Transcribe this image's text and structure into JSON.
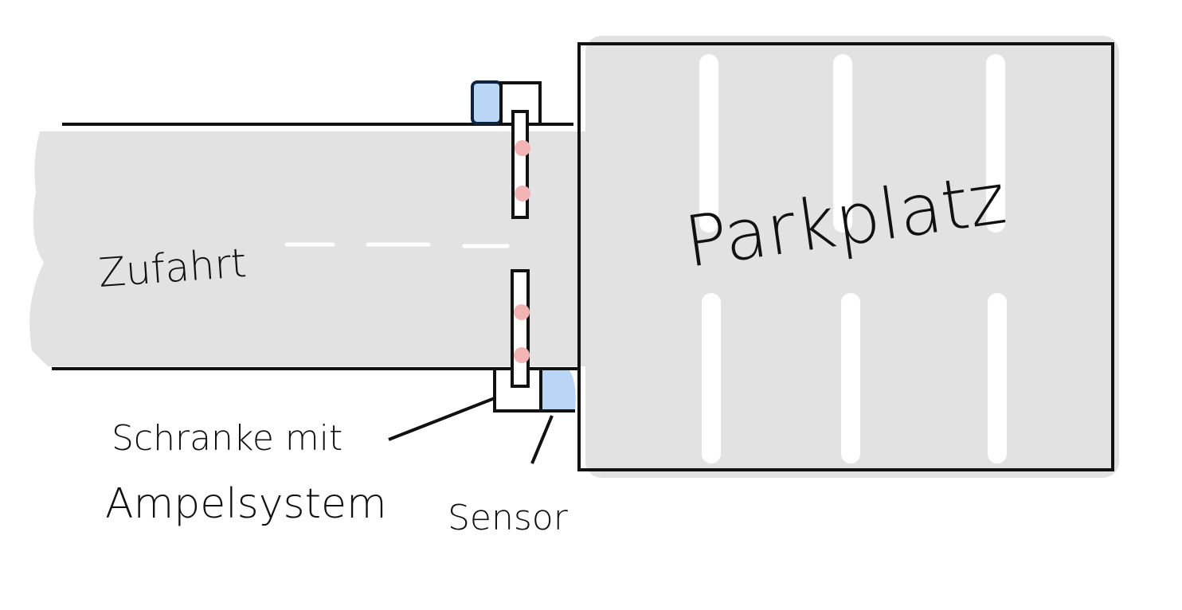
{
  "labels": {
    "road": "Zufahrt",
    "parking": "Parkplatz",
    "barrier_line1": "Schranke mit",
    "barrier_line2": "Ampelsystem",
    "sensor": "Sensor"
  },
  "colors": {
    "area": "#e2e2e2",
    "line": "#111111",
    "sensor": "#b9d6f7",
    "light": "#f2b4b4",
    "marking": "#ffffff"
  }
}
